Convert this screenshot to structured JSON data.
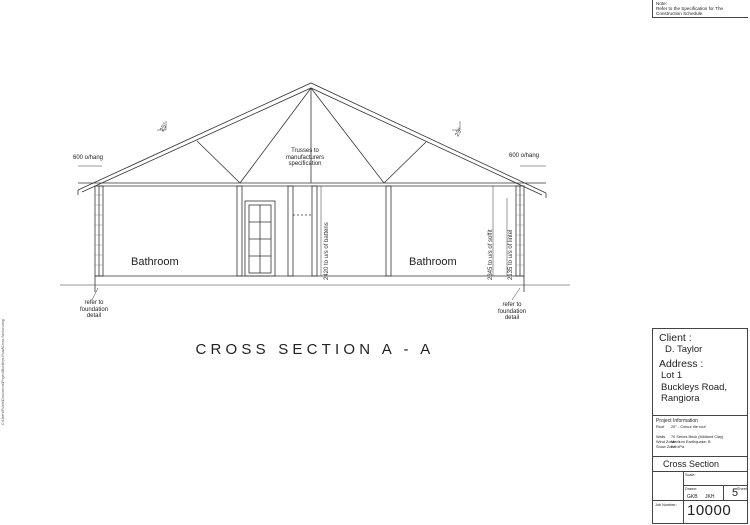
{
  "note": {
    "heading": "Note:",
    "lines": [
      "Refer to the Specification for The",
      "Construction Schedule."
    ]
  },
  "drawing": {
    "overhang_left": "600 o/hang",
    "overhang_right": "600 o/hang",
    "pitch_left": "25°",
    "pitch_right": "25°",
    "trusses_lines": [
      "Trusses to",
      "manufacturers",
      "specification"
    ],
    "room_left": "Bathroom",
    "room_right": "Bathroom",
    "dim_battens": "2420 to u/s of battens",
    "dim_soffit": "2345 to u/s of soffit",
    "dim_lintel": "2135 to u/s of lintel",
    "foundation_left": [
      "refer to",
      "foundation",
      "detail"
    ],
    "foundation_right": [
      "refer to",
      "foundation",
      "detail"
    ],
    "section_title": "CROSS SECTION A - A"
  },
  "side_text": "C:\\Users\\Public\\Documents\\Project\\Buckleys Road\\Cross Section.dwg",
  "title_block": {
    "client_label": "Client :",
    "client_name": "D. Taylor",
    "address_label": "Address :",
    "address_lines": [
      "Lot 1",
      "Buckleys Road,",
      "Rangiora"
    ],
    "project_info_heading": "Project Information",
    "project_info": [
      {
        "k": "Roof",
        "v": "25° - Colour tile roof"
      },
      {
        "k": "Walls",
        "v": "70 Series Brick (Midland Clay)"
      },
      {
        "k": "Wind Zone:",
        "v": "Medium   Earthquake: B"
      },
      {
        "k": "Snow Zone:",
        "v": "0.9 kPa"
      }
    ],
    "sheet_title": "Cross Section",
    "scale_label": "Scale:",
    "drawn_label": "Drawn:",
    "drawn_value": "GKB",
    "checked_value": "JKH",
    "sheet_label": "Sheet:",
    "sheet_number": "5",
    "job_label": "Job Number:",
    "job_number": "10000"
  }
}
